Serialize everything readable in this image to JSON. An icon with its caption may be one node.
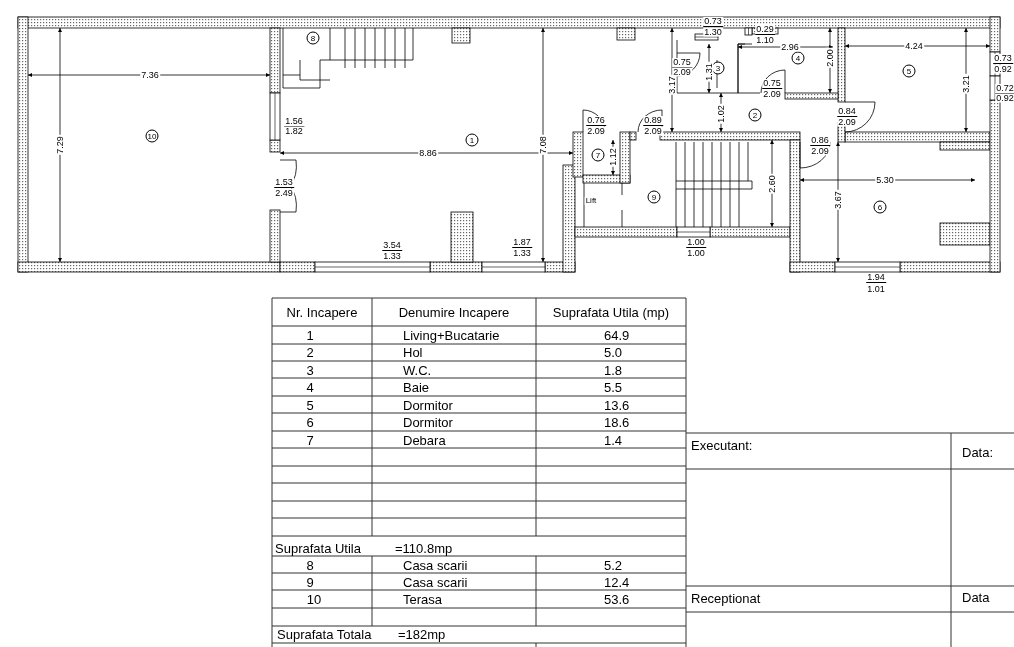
{
  "diagram": {
    "nodes": [
      {
        "text": [
          "8"
        ]
      },
      {
        "text": [
          "4"
        ]
      },
      {
        "text": [
          "3"
        ]
      },
      {
        "text": [
          "5"
        ]
      },
      {
        "text": [
          "2"
        ]
      },
      {
        "text": [
          "10"
        ]
      },
      {
        "text": [
          "1"
        ]
      },
      {
        "text": [
          "7"
        ]
      },
      {
        "text": [
          "9"
        ]
      },
      {
        "text": [
          "6"
        ]
      }
    ],
    "labels": [
      "0.73",
      "1.30",
      "0.29",
      "1.10",
      "2.96",
      "4.24",
      "2.00",
      "0.73",
      "0.92",
      "0.75",
      "2.09",
      "1.31",
      "7.36",
      "3.17",
      "0.75",
      "2.09",
      "3.21",
      "0.72",
      "0.92",
      "0.84",
      "2.09",
      "1.02",
      "1.56",
      "1.82",
      "0.76",
      "2.09",
      "0.89",
      "2.09",
      "0.86",
      "2.09",
      "7.29",
      "7.08",
      "8.86",
      "1.12",
      "1.53",
      "5.30",
      "2.49",
      "2.60",
      "3.67",
      "Lift",
      "1.87",
      "1.33",
      "1.00",
      "1.00",
      "3.54",
      "1.33",
      "1.94",
      "1.01",
      "Nr. Incapere",
      "Denumire Incapere",
      "Suprafata Utila (mp)",
      "1",
      "Living+Bucatarie",
      "64.9",
      "2",
      "Hol",
      "5.0",
      "3",
      "W.C.",
      "1.8",
      "4",
      "Baie",
      "5.5",
      "5",
      "Dormitor",
      "13.6",
      "6",
      "Dormitor",
      "18.6",
      "7",
      "Debara",
      "1.4",
      "Executant:",
      "Data:",
      "Suprafata Utila",
      "=110.8mp",
      "8",
      "Casa scarii",
      "5.2",
      "9",
      "Casa scarii",
      "12.4",
      "10",
      "Terasa",
      "53.6",
      "Receptionat",
      "Data",
      "Suprafata Totala",
      "=182mp"
    ]
  }
}
